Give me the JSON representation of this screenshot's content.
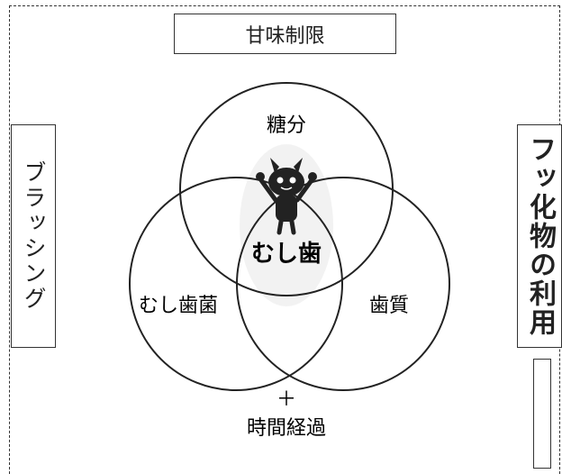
{
  "top_label": "甘味制限",
  "left_label": "ブラッシング",
  "right_label": "フッ化物の利用",
  "circles": {
    "top": "糖分",
    "left": "むし歯菌",
    "right": "歯質"
  },
  "center_label": "むし歯",
  "plus": "＋",
  "bottom_label": "時間経過",
  "icon": "cavity-germ-mascot-icon"
}
